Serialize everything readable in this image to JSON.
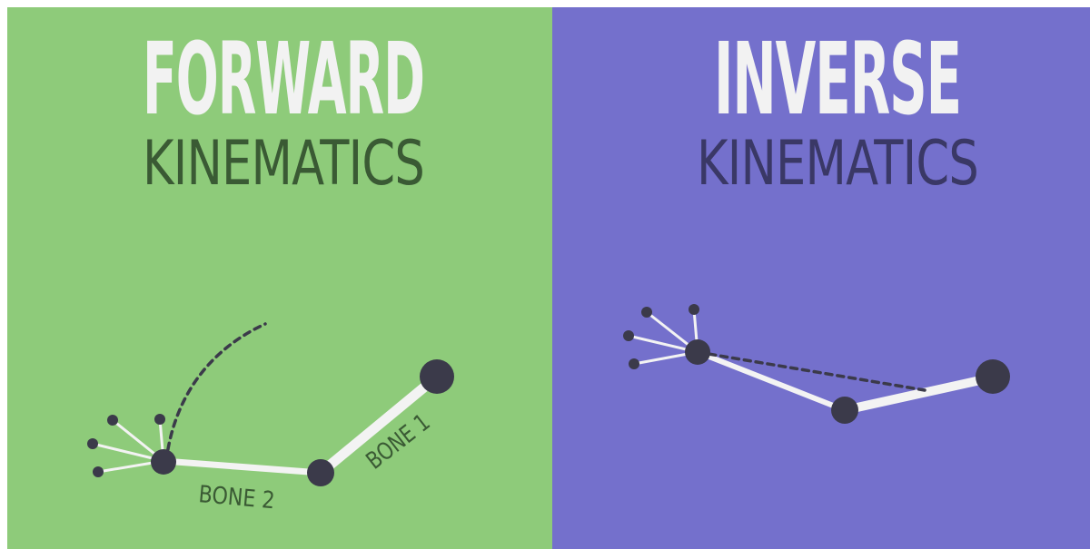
{
  "left_panel": {
    "title_line1": "FORWARD",
    "title_line2": "KINEMATICS",
    "labels": {
      "bone2": "BONE 2",
      "bone1": "BONE 1"
    },
    "colors": {
      "background": "#8ecb7a",
      "title_line1": "#f2f2f2",
      "title_line2": "#3a5a34",
      "joint": "#3b3a4a",
      "bone": "#f3f3f3",
      "label": "#3a5a34"
    }
  },
  "right_panel": {
    "title_line1": "INVERSE",
    "title_line2": "KINEMATICS",
    "colors": {
      "background": "#7470cc",
      "title_line1": "#f2f2f2",
      "title_line2": "#3a3866",
      "joint": "#3b3a4a",
      "bone": "#f3f3f3"
    }
  }
}
